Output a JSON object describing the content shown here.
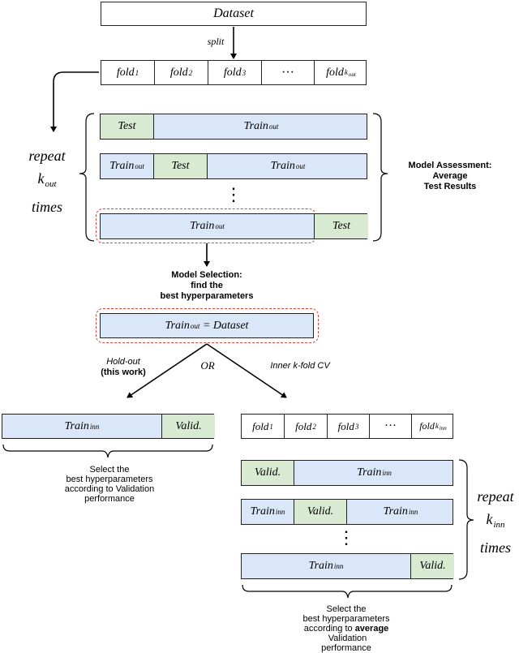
{
  "dataset": "Dataset",
  "split": "split",
  "top_folds": [
    {
      "base": "fold",
      "sub": "1"
    },
    {
      "base": "fold",
      "sub": "2"
    },
    {
      "base": "fold",
      "sub": "3"
    },
    {
      "base": "···",
      "sub": ""
    },
    {
      "base": "fold",
      "sub": "k",
      "subsub": "out"
    }
  ],
  "outer": {
    "repeat": [
      "repeat",
      "k",
      "times"
    ],
    "repeat_sub": "out",
    "row1": {
      "test": "Test",
      "train": "Train",
      "train_sub": "out"
    },
    "row2": {
      "train": "Train",
      "train_sub": "out",
      "test": "Test",
      "train2": "Train",
      "train2_sub": "out"
    },
    "vdots": "⋮",
    "row3": {
      "train": "Train",
      "train_sub": "out",
      "test": "Test"
    },
    "assessment": [
      "Model Assessment:",
      "Average",
      "Test Results"
    ]
  },
  "selection": [
    "Model Selection:",
    "find the",
    "best hyperparameters"
  ],
  "train_eq": {
    "train": "Train",
    "train_sub": "out",
    "rest": " = Dataset"
  },
  "branches": {
    "holdout": "Hold-out",
    "holdout_note": "(this work)",
    "or": "OR",
    "inner_cv": "Inner k-fold CV"
  },
  "holdout_bar": {
    "train": "Train",
    "train_sub": "inn",
    "valid": "Valid."
  },
  "holdout_caption": [
    "Select the",
    "best hyperparameters",
    "according to Validation",
    "performance"
  ],
  "inner_folds": [
    {
      "base": "fold",
      "sub": "1"
    },
    {
      "base": "fold",
      "sub": "2"
    },
    {
      "base": "fold",
      "sub": "3"
    },
    {
      "base": "···",
      "sub": ""
    },
    {
      "base": "fold",
      "sub": "k",
      "subsub": "inn"
    }
  ],
  "inner": {
    "row1": {
      "valid": "Valid.",
      "train": "Train",
      "train_sub": "inn"
    },
    "row2": {
      "train": "Train",
      "train_sub": "inn",
      "valid": "Valid.",
      "train2": "Train",
      "train2_sub": "inn"
    },
    "vdots": "⋮",
    "row3": {
      "train": "Train",
      "train_sub": "inn",
      "valid": "Valid."
    },
    "repeat": [
      "repeat",
      "k",
      "times"
    ],
    "repeat_sub": "inn"
  },
  "inner_caption": {
    "l1": "Select the",
    "l2": "best hyperparameters",
    "l3a": "according to ",
    "l3b": "average",
    "l3c": " Validation",
    "l4": "performance"
  },
  "colors": {
    "blue": "#dae7f8",
    "green": "#d9ead3",
    "red_dash": "#e0443e"
  }
}
